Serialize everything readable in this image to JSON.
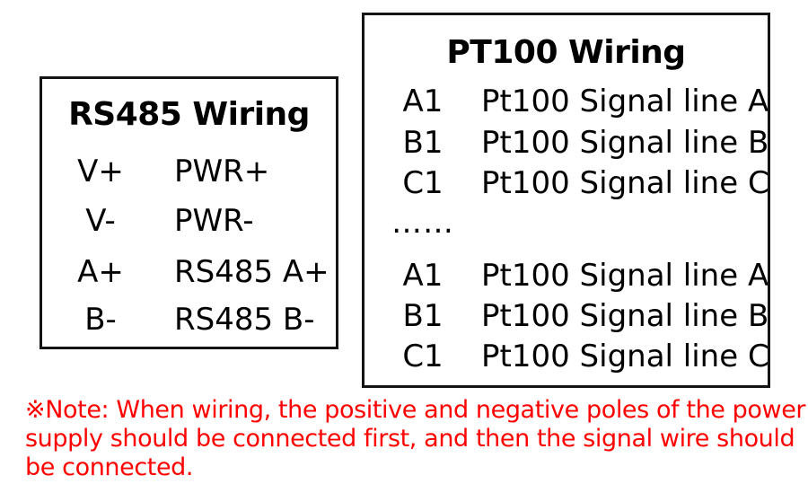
{
  "rs485_box": {
    "title": "RS485 Wiring",
    "rows": [
      {
        "pin": "V+",
        "desc": "PWR+"
      },
      {
        "pin": "V-",
        "desc": "PWR-"
      },
      {
        "pin": "A+",
        "desc": "RS485 A+"
      },
      {
        "pin": "B-",
        "desc": "RS485 B-"
      }
    ]
  },
  "pt100_box": {
    "title": "PT100 Wiring",
    "rows_top": [
      {
        "pin": "A1",
        "desc": "Pt100 Signal line A"
      },
      {
        "pin": "B1",
        "desc": "Pt100 Signal line B"
      },
      {
        "pin": "C1",
        "desc": "Pt100 Signal line C"
      }
    ],
    "ellipsis": "……",
    "rows_bottom": [
      {
        "pin": "A1",
        "desc": "Pt100 Signal line A"
      },
      {
        "pin": "B1",
        "desc": "Pt100 Signal line B"
      },
      {
        "pin": "C1",
        "desc": "Pt100 Signal line C"
      }
    ]
  },
  "note": {
    "lines": [
      "※Note: When wiring, the positive and negative poles of the power",
      "supply should be connected first, and then the signal wire should",
      "be connected."
    ]
  },
  "colors": {
    "text": "#000000",
    "border": "#141414",
    "note_red": "#ff0000",
    "background": "#ffffff"
  }
}
